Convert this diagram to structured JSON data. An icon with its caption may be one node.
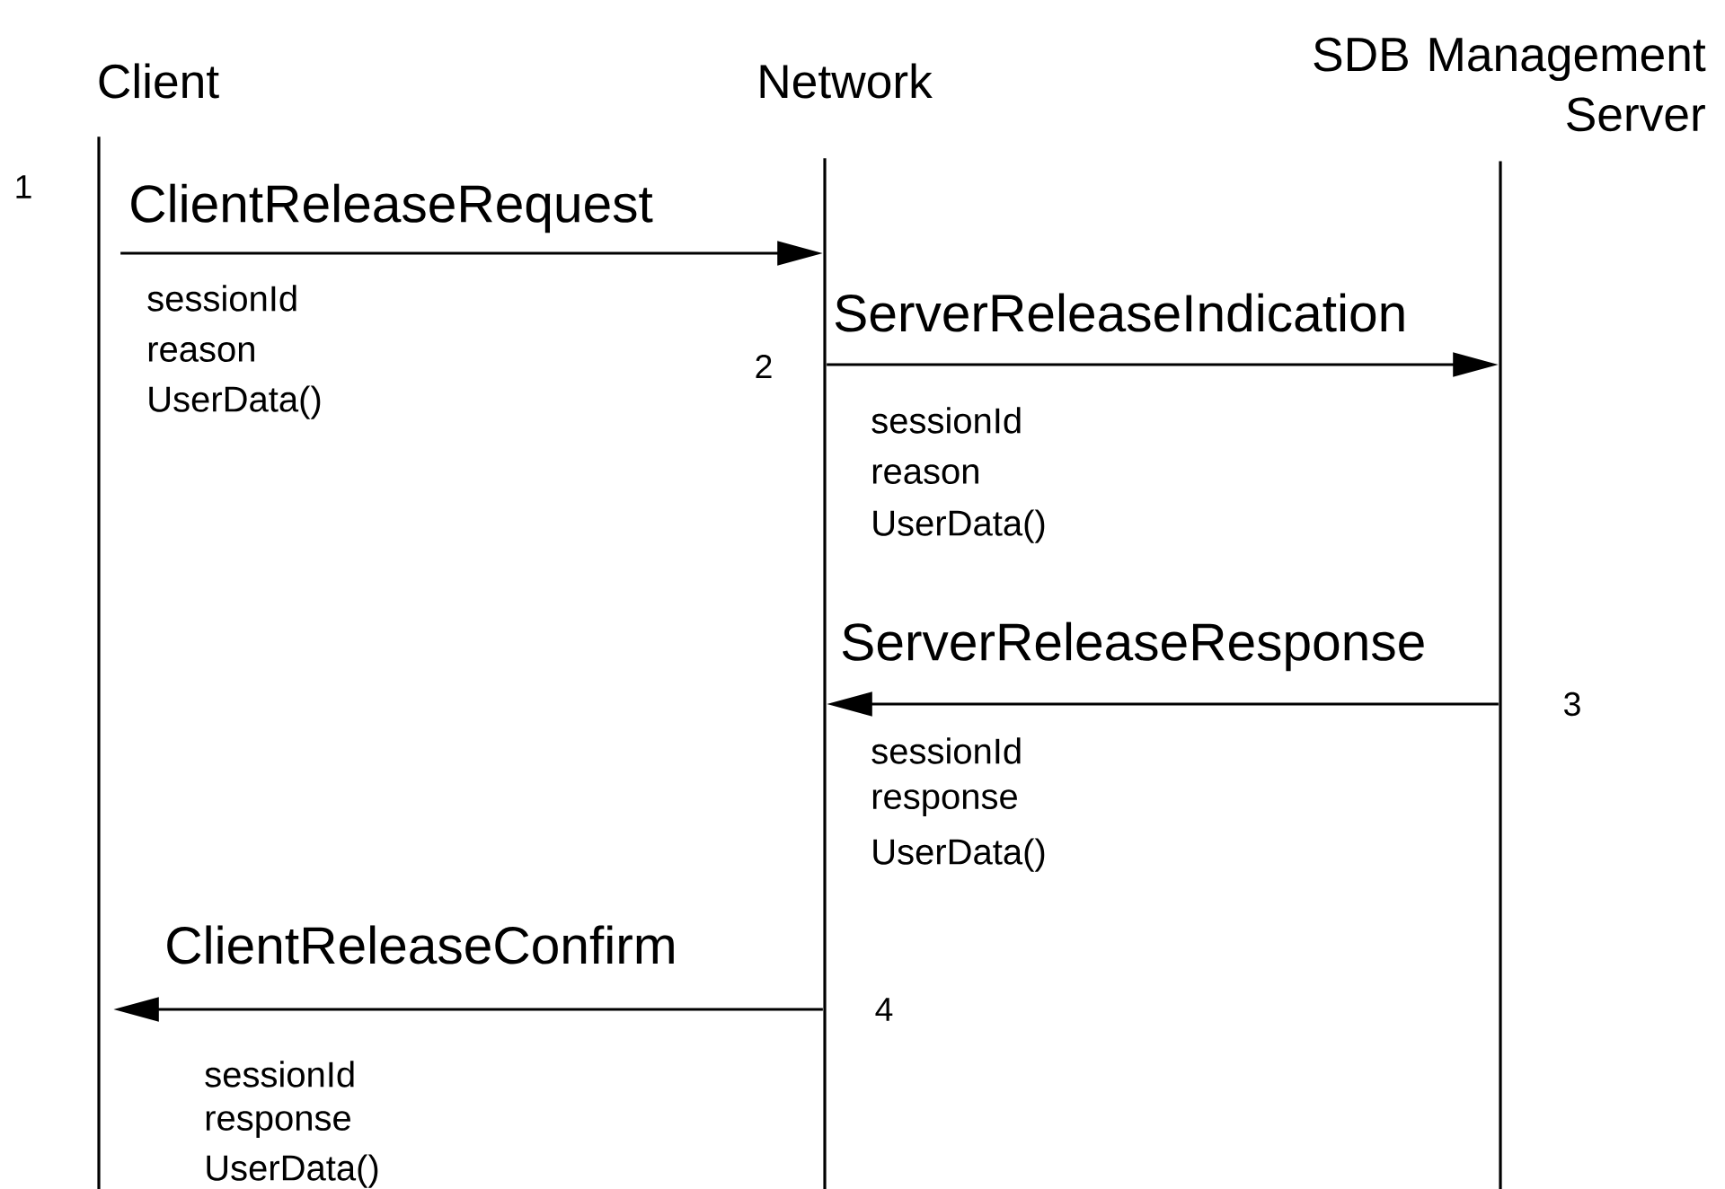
{
  "diagram": {
    "nodes": [
      {
        "text": [
          "Client"
        ]
      },
      {
        "text": [
          "Network"
        ]
      },
      {
        "text": [
          "SDB Management Server"
        ]
      }
    ],
    "edges": [
      {
        "from": 0,
        "to": 1,
        "arrow": "to",
        "label": "ClientReleaseRequest"
      },
      {
        "from": 1,
        "to": 2,
        "arrow": "to",
        "label": "ServerReleaseIndication"
      },
      {
        "from": 2,
        "to": 1,
        "arrow": "to",
        "label": "ServerReleaseResponse"
      },
      {
        "from": 1,
        "to": 0,
        "arrow": "to",
        "label": "ClientReleaseConfirm"
      }
    ],
    "labels": [
      "1",
      "sessionId",
      "reason",
      "UserData()",
      "2",
      "sessionId",
      "reason",
      "UserData()",
      "3",
      "sessionId",
      "response",
      "UserData()",
      "4",
      "sessionId",
      "response",
      "UserData()"
    ]
  }
}
